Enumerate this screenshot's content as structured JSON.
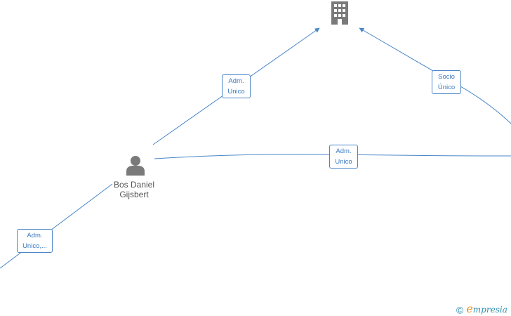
{
  "nodes": {
    "company": {
      "icon": "building-icon"
    },
    "person": {
      "icon": "person-icon",
      "name_line1": "Bos Daniel",
      "name_line2": "Gijsbert"
    }
  },
  "edges": {
    "person_to_company": {
      "line1": "Adm.",
      "line2": "Unico"
    },
    "right_to_company": {
      "line1": "Socio",
      "line2": "Único"
    },
    "person_to_right": {
      "line1": "Adm.",
      "line2": "Unico"
    },
    "offscreen_to_person": {
      "line1": "Adm.",
      "line2": "Unico,..."
    }
  },
  "colors": {
    "edge": "#4a86c8",
    "icon": "#7a7a7a",
    "label_text": "#3a78c2",
    "brand_orange": "#e8901a",
    "brand_blue": "#2f8fb0"
  },
  "watermark": {
    "symbol": "©",
    "brand_first": "e",
    "brand_rest": "mpresia"
  }
}
